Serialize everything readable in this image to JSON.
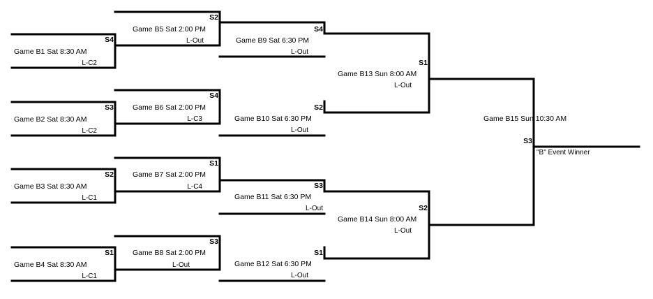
{
  "bracket": {
    "games": [
      {
        "id": "b1",
        "label": "Game B1  Sat 8:30 AM",
        "sub": "L-C2",
        "slot": "S4"
      },
      {
        "id": "b2",
        "label": "Game B2  Sat 8:30 AM",
        "sub": "L-C2",
        "slot": "S3"
      },
      {
        "id": "b3",
        "label": "Game B3  Sat 8:30 AM",
        "sub": "L-C1",
        "slot": "S2"
      },
      {
        "id": "b4",
        "label": "Game B4  Sat 8:30 AM",
        "sub": "L-C1",
        "slot": "S1"
      },
      {
        "id": "b5",
        "label": "Game B5  Sat 2:00 PM",
        "sub": "L-Out",
        "slot": "S2"
      },
      {
        "id": "b6",
        "label": "Game B6  Sat 2:00 PM",
        "sub": "L-C3",
        "slot": "S4"
      },
      {
        "id": "b7",
        "label": "Game B7  Sat 2:00 PM",
        "sub": "L-C4",
        "slot": "S1"
      },
      {
        "id": "b8",
        "label": "Game B8  Sat 2:00 PM",
        "sub": "L-Out",
        "slot": "S3"
      },
      {
        "id": "b9",
        "label": "Game B9  Sat 6:30 PM",
        "sub": "L-Out",
        "slot": "S4"
      },
      {
        "id": "b10",
        "label": "Game B10  Sat 6:30 PM",
        "sub": "L-Out",
        "slot": "S2"
      },
      {
        "id": "b11",
        "label": "Game B11  Sat 6:30 PM",
        "sub": "L-Out",
        "slot": "S3"
      },
      {
        "id": "b12",
        "label": "Game B12  Sat 6:30 PM",
        "sub": "L-Out",
        "slot": "S1"
      },
      {
        "id": "b13",
        "label": "Game B13  Sun 8:00 AM",
        "sub": "L-Out",
        "slot": "S1"
      },
      {
        "id": "b14",
        "label": "Game B14  Sun 8:00 AM",
        "sub": "L-Out",
        "slot": "S2"
      },
      {
        "id": "b15",
        "label": "Game B15 Sun 10:30 AM",
        "sub": "",
        "slot": "S3"
      }
    ],
    "winner_label": "\"B\" Event Winner",
    "line_color": "#000000"
  }
}
